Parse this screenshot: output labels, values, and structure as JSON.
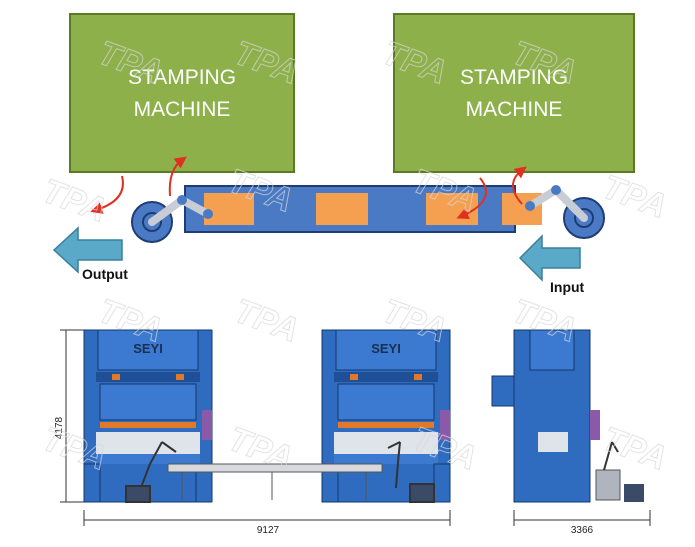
{
  "top_diagram": {
    "left_machine": {
      "line1": "STAMPING",
      "line2": "MACHINE",
      "fill": "#8db04a",
      "border": "#5a7a24"
    },
    "right_machine": {
      "line1": "STAMPING",
      "line2": "MACHINE",
      "fill": "#8db04a",
      "border": "#5a7a24"
    },
    "output_label": "Output",
    "input_label": "Input",
    "conveyor_color": "#4a7ac4",
    "part_color": "#f5a050",
    "arrow_color": "#5aa9c9"
  },
  "bottom_drawing": {
    "height_dim": "4178",
    "length_dim": "9127",
    "width_dim": "3366",
    "press_color": "#2f6cc0",
    "press_logo": "SEYI"
  },
  "watermark": "TPA"
}
